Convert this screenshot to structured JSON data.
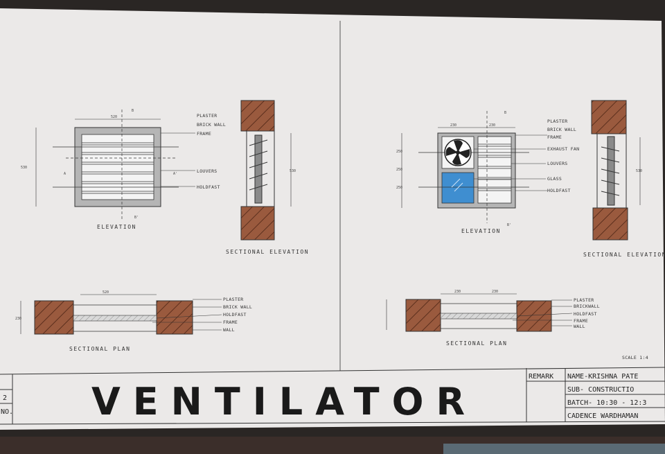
{
  "colors": {
    "brick": "#9a5a3e",
    "paper": "#eceaea",
    "frame": "#a9a9a9",
    "glass": "#3f8ed0",
    "ink": "#2b2b2b"
  },
  "title": "VENTILATOR",
  "left": {
    "elevation_caption": "ELEVATION",
    "sectional_elevation_caption": "SECTIONAL ELEVATION",
    "sectional_plan_caption": "SECTIONAL PLAN",
    "elev_labels": [
      "PLASTER",
      "BRICK WALL",
      "FRAME",
      "LOUVERS",
      "HOLDFAST"
    ],
    "plan_labels": [
      "PLASTER",
      "BRICK WALL",
      "HOLDFAST",
      "FRAME",
      "WALL"
    ],
    "section_mark": "B",
    "section_mark_end": "B'",
    "cut_a": "A",
    "cut_a_end": "A'",
    "dims": {
      "top": "520",
      "left": "530",
      "right": "530",
      "plan_left": "230",
      "plan_top": "520"
    }
  },
  "right": {
    "elevation_caption": "ELEVATION",
    "sectional_elevation_caption": "SECTIONAL ELEVATION",
    "sectional_plan_caption": "SECTIONAL PLAN",
    "elev_labels": [
      "PLASTER",
      "BRICK WALL",
      "FRAME",
      "EXHAUST FAN",
      "LOUVERS",
      "GLASS",
      "HOLDFAST"
    ],
    "plan_labels": [
      "PLASTER",
      "BRICKWALL",
      "HOLDFAST",
      "FRAME",
      "WALL"
    ],
    "section_mark": "B",
    "section_mark_end": "B'",
    "dims": {
      "top_a": "230",
      "top_b": "230",
      "left_a": "250",
      "left_b": "250",
      "left_c": "250",
      "right": "530",
      "plan_a": "230",
      "plan_b": "230"
    }
  },
  "scale": "SCALE 1:4",
  "title_block": {
    "remark": "REMARK",
    "name": "NAME-KRISHNA PATE",
    "subject": "SUB- CONSTRUCTIO",
    "batch": "BATCH- 10:30 - 12:3",
    "college": "CADENCE WARDHAMAN",
    "left_cells": [
      "2",
      "NO."
    ]
  }
}
